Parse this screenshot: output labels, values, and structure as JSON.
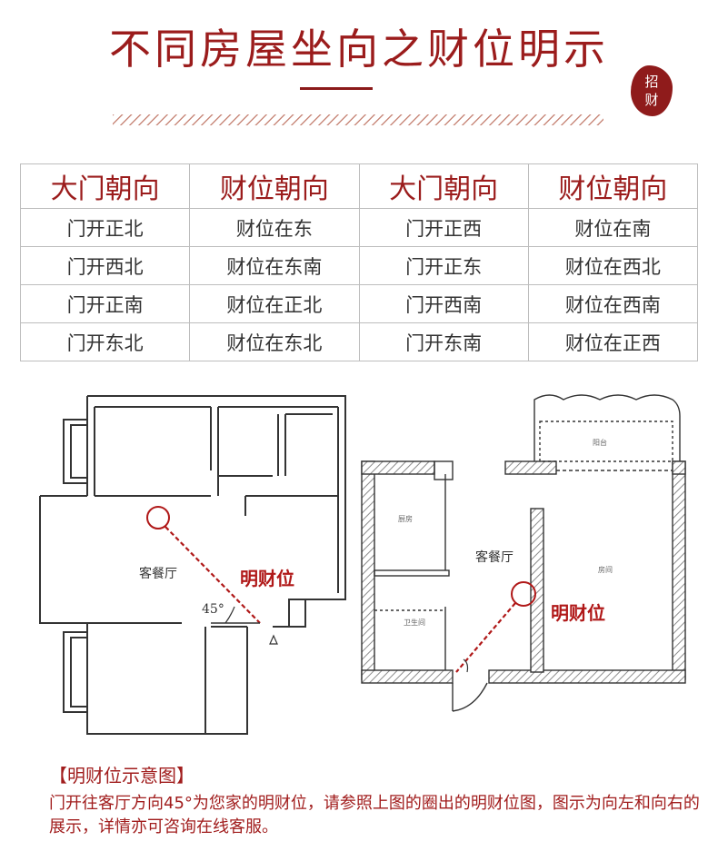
{
  "header": {
    "title": "不同房屋坐向之财位明示",
    "seal_text": [
      "招",
      "财"
    ]
  },
  "table": {
    "headers": [
      "大门朝向",
      "财位朝向",
      "大门朝向",
      "财位朝向"
    ],
    "rows": [
      [
        "门开正北",
        "财位在东",
        "门开正西",
        "财位在南"
      ],
      [
        "门开西北",
        "财位在东南",
        "门开正东",
        "财位在西北"
      ],
      [
        "门开正南",
        "财位在正北",
        "门开西南",
        "财位在西南"
      ],
      [
        "门开东北",
        "财位在东北",
        "门开东南",
        "财位在正西"
      ]
    ]
  },
  "plans": {
    "left": {
      "room_label": "客餐厅",
      "marker_label": "明财位",
      "angle_label": "45°"
    },
    "right": {
      "room_label": "客餐厅",
      "marker_label": "明财位",
      "balcony_label": "阳台",
      "kitchen_label": "厨房",
      "bath_label": "卫生间",
      "bedroom_label": "房间"
    }
  },
  "caption": {
    "title": "【明财位示意图】",
    "body": "门开往客厅方向45°为您家的明财位，请参照上图的圈出的明财位图，图示为向左和向右的展示，详情亦可咨询在线客服。"
  },
  "colors": {
    "accent": "#9b1c1c",
    "line": "#333333",
    "hatch": "#8c8c8c"
  }
}
